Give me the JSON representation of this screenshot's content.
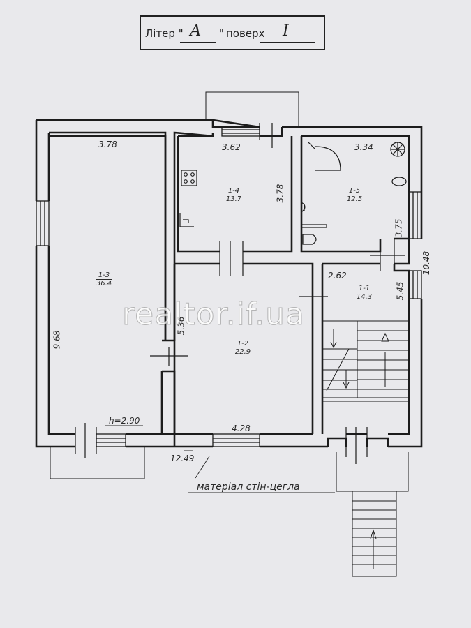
{
  "header": {
    "liter_label": "Літер \"",
    "liter_value": "А",
    "quote_close": "\"",
    "floor_label": "поверх",
    "floor_value": "І"
  },
  "rooms": [
    {
      "id": "1-1",
      "area": "14.3"
    },
    {
      "id": "1-2",
      "area": "22.9"
    },
    {
      "id": "1-3",
      "area": "36.4"
    },
    {
      "id": "1-4",
      "area": "13.7"
    },
    {
      "id": "1-5",
      "area": "12.5"
    }
  ],
  "dimensions": {
    "d378": "3.78",
    "d362": "3.62",
    "d334": "3.34",
    "d378v": "3.78",
    "d375": "3.75",
    "d1048": "10.48",
    "d262": "2.62",
    "d545": "5.45",
    "d536": "5.36",
    "d968": "9.68",
    "d428": "4.28",
    "d1249": "12.49",
    "height": "h=2.90"
  },
  "material_note": "матеріал стін-цегла",
  "watermark": "realtor.if.ua"
}
